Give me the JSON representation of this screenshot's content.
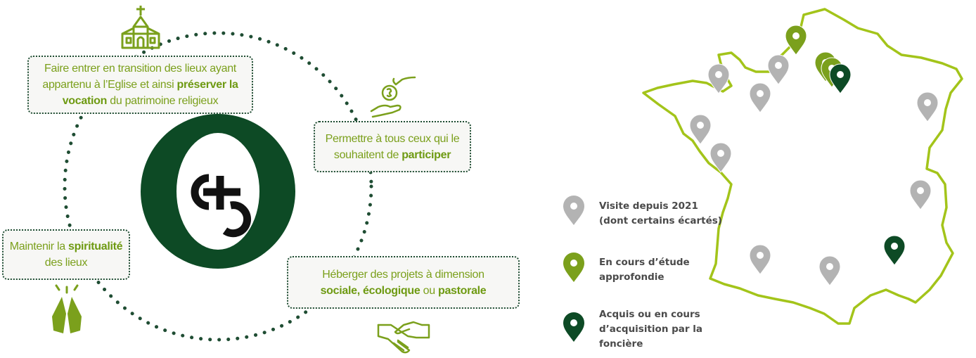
{
  "boxes": {
    "top": {
      "line1": "Faire entrer en transition des lieux ayant",
      "line2_a": "appartenu à l’Eglise et ainsi ",
      "line2_b": "préserver la",
      "line3_a": "vocation",
      "line3_b": " du patrimoine religieux"
    },
    "right_top": {
      "line1": "Permettre à tous ceux qui le",
      "line2_a": "souhaitent de ",
      "line2_b": "participer"
    },
    "left": {
      "line1_a": "Maintenir la ",
      "line1_b": "spiritualité",
      "line2": "des lieux"
    },
    "right_bottom": {
      "line1": "Héberger des projets à dimension",
      "line2_a": "sociale, écologique",
      "line2_b": " ou ",
      "line2_c": "pastorale"
    }
  },
  "legend": {
    "visited": {
      "line1": "Visite depuis 2021",
      "line2": "(dont certains écartés)",
      "color": "#b3b3b3"
    },
    "study": {
      "line1": "En cours d’étude",
      "line2": "approfondie",
      "color": "#7ba01c"
    },
    "acquired": {
      "line1": "Acquis ou en cours",
      "line2": "d’acquisition par la",
      "line3": "foncière",
      "color": "#0d4a25"
    }
  },
  "colors": {
    "dark_green": "#0d4a25",
    "light_green": "#7ba01c",
    "map_outline": "#a3c41a",
    "grey_pin": "#b3b3b3"
  },
  "icons": [
    "church-icon",
    "money-hand-icon",
    "handshake-icon",
    "praying-hands-icon",
    "logo-icon",
    "france-map"
  ]
}
